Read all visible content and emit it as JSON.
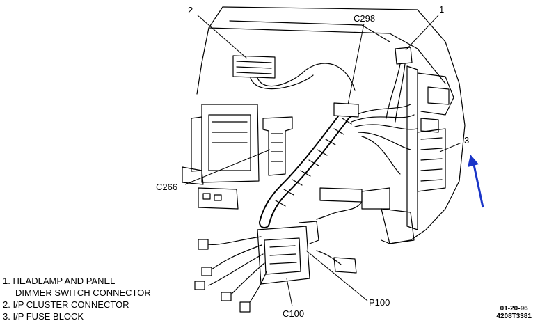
{
  "callouts": {
    "c1": "1",
    "c2": "2",
    "c3": "3",
    "c298": "C298",
    "c266": "C266",
    "c100": "C100",
    "p100": "P100"
  },
  "legend": [
    {
      "num": "1.",
      "lines": [
        "HEADLAMP AND PANEL",
        "DIMMER SWITCH CONNECTOR"
      ]
    },
    {
      "num": "2.",
      "lines": [
        "I/P CLUSTER CONNECTOR"
      ]
    },
    {
      "num": "3.",
      "lines": [
        "I/P FUSE BLOCK"
      ]
    }
  ],
  "stamp": {
    "date": "01-20-96",
    "code": "4208T3381"
  },
  "colors": {
    "ink": "#000000",
    "arrow": "#1a35c8",
    "background": "#ffffff"
  },
  "icons": {
    "arrow": "arrow-up-left-icon"
  }
}
